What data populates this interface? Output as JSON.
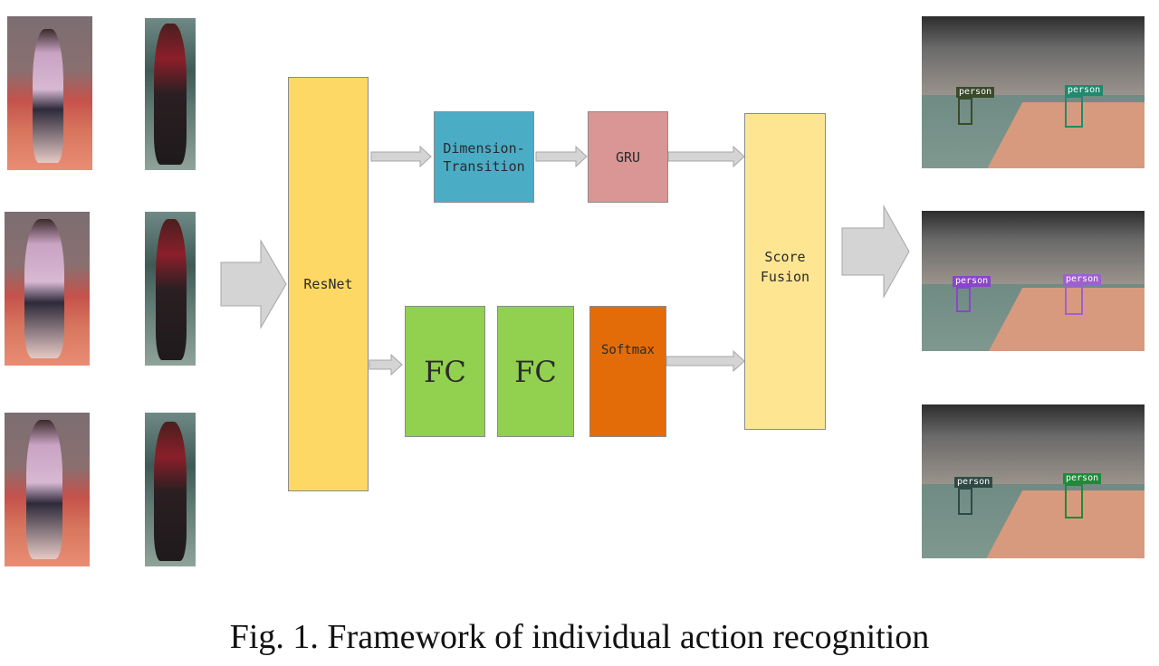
{
  "colors": {
    "resnet": "#fdd865",
    "dimension_transition": "#4bacc6",
    "gru": "#d99694",
    "fc": "#92d050",
    "softmax": "#e36c09",
    "score_fusion": "#fde592",
    "arrow": "#d4d4d4",
    "arrow_stroke": "#a6a6a6"
  },
  "blocks": {
    "resnet": "ResNet",
    "dimension_transition_line1": "Dimension-",
    "dimension_transition_line2": "Transition",
    "gru": "GRU",
    "fc_1": "FC",
    "fc_2": "FC",
    "softmax": "Softmax",
    "score_fusion_line1": "Score",
    "score_fusion_line2": "Fusion"
  },
  "detections": [
    {
      "left_label": "person",
      "right_label": "person",
      "left_color": "#3a4a2a",
      "right_color": "#1f8a6e"
    },
    {
      "left_label": "person",
      "right_label": "person",
      "left_color": "#8a46c8",
      "right_color": "#a05fd0"
    },
    {
      "left_label": "person",
      "right_label": "person",
      "left_color": "#2f4a45",
      "right_color": "#1e8a3a"
    }
  ],
  "caption": "Fig. 1.  Framework of individual action recognition"
}
